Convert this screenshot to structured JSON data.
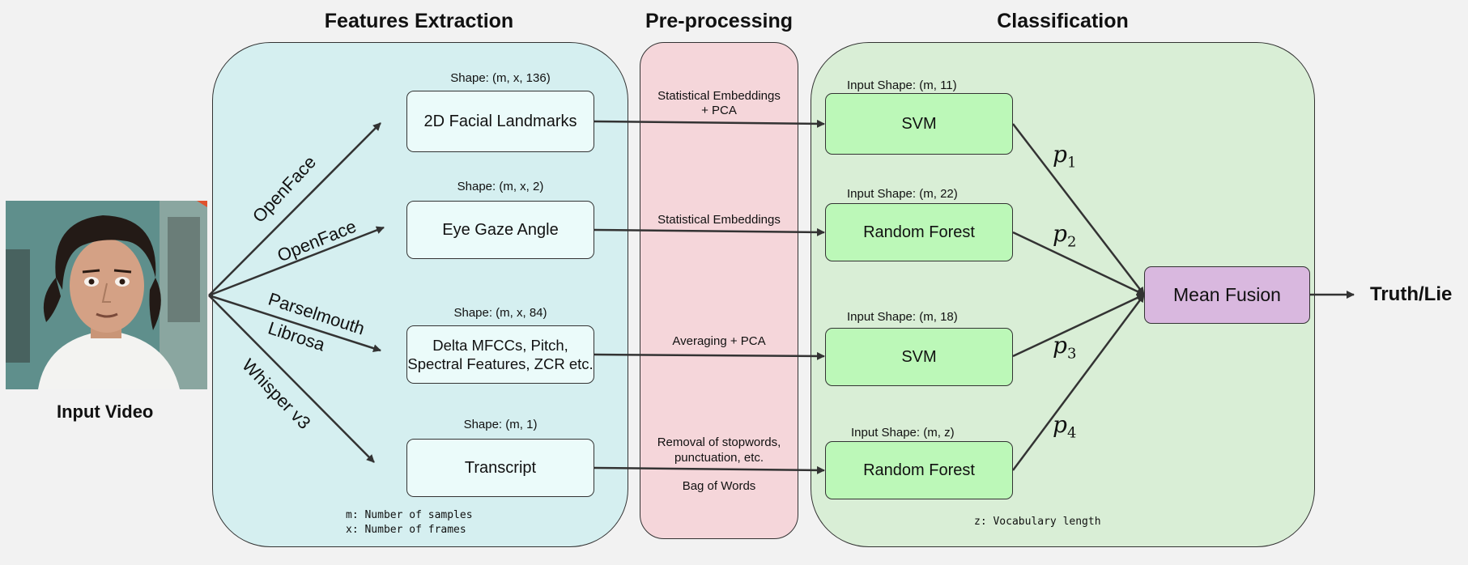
{
  "titles": {
    "features": "Features Extraction",
    "preprocessing": "Pre-processing",
    "classification": "Classification"
  },
  "input": {
    "label": "Input Video"
  },
  "extractors": {
    "openface_1": "OpenFace",
    "openface_2": "OpenFace",
    "parselmouth": "Parselmouth",
    "librosa": "Librosa",
    "whisper": "Whisper v3"
  },
  "features": [
    {
      "shape": "Shape: (m, x, 136)",
      "label": "2D Facial Landmarks"
    },
    {
      "shape": "Shape: (m, x, 2)",
      "label": "Eye Gaze Angle"
    },
    {
      "shape": "Shape: (m, x, 84)",
      "label_line1": "Delta MFCCs, Pitch,",
      "label_line2": "Spectral Features, ZCR etc."
    },
    {
      "shape": "Shape: (m, 1)",
      "label": "Transcript"
    }
  ],
  "preprocessing": {
    "step1_line1": "Statistical Embeddings",
    "step1_line2": "+ PCA",
    "step2": "Statistical Embeddings",
    "step3": "Averaging + PCA",
    "step4_line1": "Removal of stopwords,",
    "step4_line2": "punctuation, etc.",
    "step4_line3": "Bag of Words"
  },
  "classifiers": [
    {
      "shape": "Input Shape: (m, 11)",
      "label": "SVM",
      "prob": "p",
      "prob_sub": "1"
    },
    {
      "shape": "Input Shape: (m, 22)",
      "label": "Random Forest",
      "prob": "p",
      "prob_sub": "2"
    },
    {
      "shape": "Input Shape: (m, 18)",
      "label": "SVM",
      "prob": "p",
      "prob_sub": "3"
    },
    {
      "shape": "Input Shape: (m, z)",
      "label": "Random Forest",
      "prob": "p",
      "prob_sub": "4"
    }
  ],
  "fusion": {
    "label": "Mean Fusion"
  },
  "output": {
    "label": "Truth/Lie"
  },
  "notes": {
    "m": "m: Number of samples",
    "x": "x: Number of frames",
    "z": "z: Vocabulary length"
  },
  "colors": {
    "features_bg": "#d5eff0",
    "preprocessing_bg": "#f5d6da",
    "classification_bg": "#d9eed6",
    "feature_box": "#ebfbfa",
    "classifier_box": "#bcf8b8",
    "fusion_box": "#d9b8df"
  }
}
